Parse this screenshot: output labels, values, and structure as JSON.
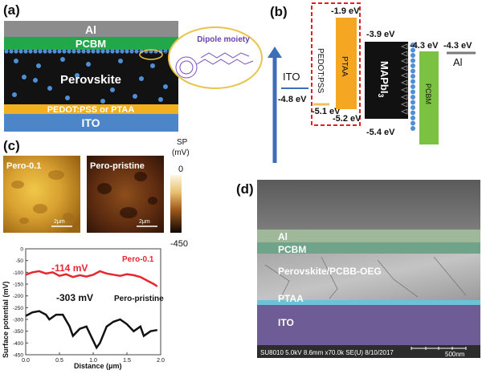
{
  "panel_a": {
    "label": "(a)",
    "layers": {
      "al": "Al",
      "pcbm": "PCBM",
      "perovskite": "Perovskite",
      "htl": "PEDOT:PSS or PTAA",
      "ito": "ITO"
    },
    "dipole_label": "Dipole moiety",
    "colors": {
      "al": "#8c8c8c",
      "pcbm": "#22a84a",
      "perovskite": "#121212",
      "htl": "#f2b01e",
      "ito": "#4d86c8",
      "dots": "#4f8fd6"
    }
  },
  "panel_b": {
    "label": "(b)",
    "ito": {
      "name": "ITO",
      "level": "-4.8 eV"
    },
    "pedot": {
      "name": "PEDOT:PSS",
      "level": "-5.1 eV"
    },
    "ptaa": {
      "name": "PTAA",
      "lumo": "-1.9 eV",
      "homo": "-5.2 eV"
    },
    "mapbi3": {
      "name": "MAPbI",
      "sub": "3",
      "cb": "-3.9 eV",
      "vb": "-5.4 eV"
    },
    "pcbm": {
      "name": "PCBM",
      "level": "-4.3 eV"
    },
    "al": {
      "name": "Al",
      "level": "-4.3 eV"
    },
    "colors": {
      "ptaa": "#f5a623",
      "pcbm": "#7cc242",
      "mapbi3": "#111111",
      "arrow": "#3d6fb6",
      "dash": "#e02020",
      "al": "#7a7a7a"
    }
  },
  "panel_c": {
    "label": "(c)",
    "img1_label": "Pero-0.1",
    "img2_label": "Pero-pristine",
    "scale1": "2μm",
    "scale2": "2μm",
    "colorbar": {
      "title_line1": "SP",
      "title_line2": "(mV)",
      "max": "0",
      "min": "-450"
    }
  },
  "panel_d": {
    "label": "(d)",
    "layers": {
      "al": "Al",
      "pcbm": "PCBM",
      "perovskite": "Perovskite/PCBB-OEG",
      "ptaa": "PTAA",
      "ito": "ITO"
    },
    "footer": "SU8010 5.0kV 8.6mm x70.0k SE(U) 8/10/2017",
    "scale": "500nm"
  },
  "chart_data": {
    "type": "line",
    "xlabel": "Distance (μm)",
    "ylabel": "Surface potential (mV)",
    "xlim": [
      0.0,
      2.0
    ],
    "ylim": [
      -450,
      0
    ],
    "xticks": [
      "0.0",
      "0.5",
      "1.0",
      "1.5",
      "2.0"
    ],
    "yticks": [
      "0",
      "-50",
      "-100",
      "-150",
      "-200",
      "-250",
      "-300",
      "-350",
      "-400",
      "-450"
    ],
    "annotations": [
      {
        "text": "-114 mV",
        "color": "#e8262e"
      },
      {
        "text": "-303 mV",
        "color": "#111111"
      }
    ],
    "series": [
      {
        "name": "Pero-0.1",
        "color": "#e8262e",
        "x": [
          0.0,
          0.1,
          0.2,
          0.3,
          0.4,
          0.5,
          0.6,
          0.7,
          0.8,
          0.9,
          1.0,
          1.1,
          1.2,
          1.3,
          1.4,
          1.5,
          1.6,
          1.7,
          1.8,
          1.9,
          1.95
        ],
        "y": [
          -110,
          -100,
          -95,
          -105,
          -100,
          -115,
          -108,
          -120,
          -112,
          -118,
          -110,
          -95,
          -105,
          -110,
          -115,
          -108,
          -112,
          -120,
          -135,
          -150,
          -160
        ]
      },
      {
        "name": "Pero-pristine",
        "color": "#111111",
        "x": [
          0.0,
          0.1,
          0.2,
          0.3,
          0.35,
          0.45,
          0.55,
          0.65,
          0.7,
          0.8,
          0.9,
          1.0,
          1.05,
          1.1,
          1.2,
          1.3,
          1.4,
          1.5,
          1.6,
          1.7,
          1.75,
          1.85,
          1.95
        ],
        "y": [
          -285,
          -270,
          -265,
          -280,
          -300,
          -280,
          -280,
          -330,
          -370,
          -340,
          -330,
          -390,
          -420,
          -400,
          -330,
          -310,
          -300,
          -320,
          -350,
          -330,
          -370,
          -350,
          -345
        ]
      }
    ]
  }
}
